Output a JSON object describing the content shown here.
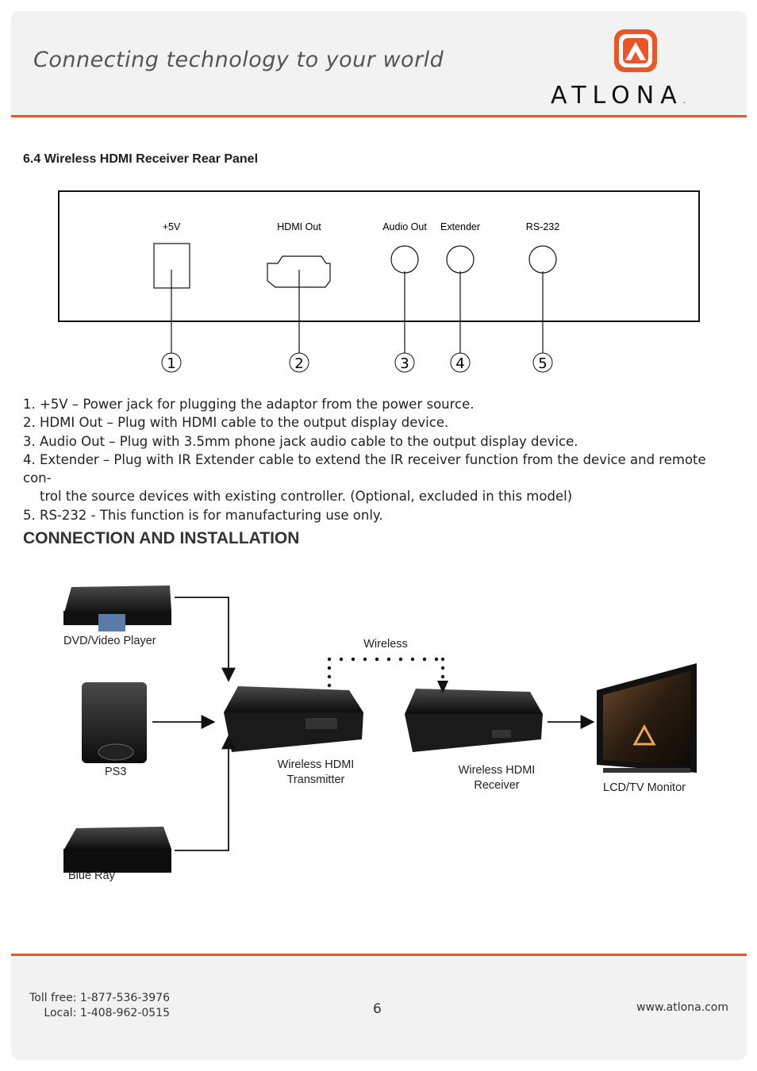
{
  "header": {
    "tagline": "Connecting technology to your world",
    "logo_text": "ATLONA",
    "logo_suffix": "."
  },
  "colors": {
    "accent": "#e8562a",
    "band": "#f2f2f2"
  },
  "section": {
    "title": "6.4 Wireless HDMI Receiver Rear Panel"
  },
  "rear_panel": {
    "ports": [
      {
        "label": "+5V",
        "number": "1"
      },
      {
        "label": "HDMI Out",
        "number": "2"
      },
      {
        "label": "Audio Out",
        "number": "3"
      },
      {
        "label": "Extender",
        "number": "4"
      },
      {
        "label": "RS-232",
        "number": "5"
      }
    ]
  },
  "descriptions": [
    {
      "line1": "1. +5V – Power jack for plugging the adaptor from the power source."
    },
    {
      "line1": "2. HDMI Out – Plug with HDMI cable to the output display device."
    },
    {
      "line1": "3. Audio Out – Plug with 3.5mm phone jack audio cable to the output display device."
    },
    {
      "line1": "4. Extender – Plug with IR Extender cable to extend the IR receiver function from the device and remote con-",
      "line2": "trol the source devices with existing controller. (Optional, excluded in this model)"
    },
    {
      "line1": "5. RS-232 - This function is for manufacturing use only."
    }
  ],
  "connection": {
    "heading": "CONNECTION AND INSTALLATION",
    "devices": {
      "dvd": "DVD/Video Player",
      "ps3": "PS3",
      "bluray": "Blue Ray",
      "transmitter_line1": "Wireless HDMI",
      "transmitter_line2": "Transmitter",
      "receiver_line1": "Wireless HDMI",
      "receiver_line2": "Receiver",
      "monitor": "LCD/TV Monitor"
    },
    "wireless_label": "Wireless"
  },
  "footer": {
    "toll_free": "Toll free: 1-877-536-3976",
    "local": "Local: 1-408-962-0515",
    "page_number": "6",
    "website": "www.atlona.com"
  }
}
